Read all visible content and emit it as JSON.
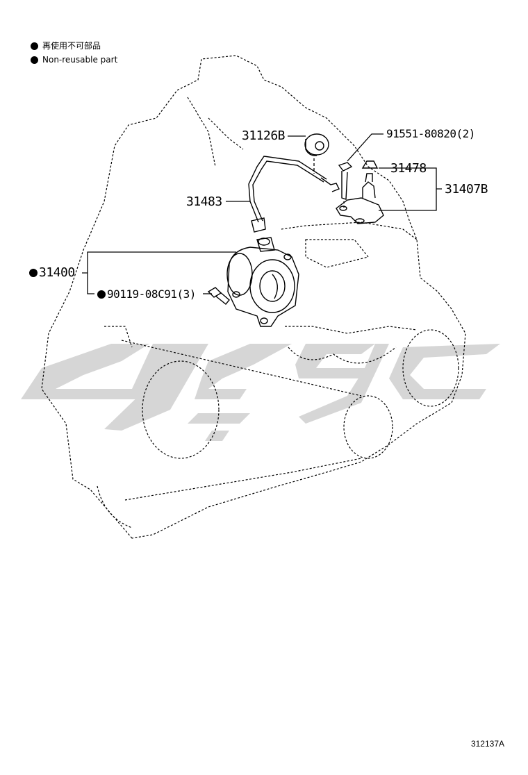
{
  "legend": {
    "items": [
      {
        "text": "再使用不可部品"
      },
      {
        "text": "Non-reusable part"
      }
    ]
  },
  "parts": {
    "p31126B": "31126B",
    "p91551": "91551-80820(2)",
    "p31478": "31478",
    "p31407B": "31407B",
    "p31483": "31483",
    "p31400": "31400",
    "p90119": "90119-08C91(3)"
  },
  "reference_code": "312137A",
  "colors": {
    "line": "#000000",
    "watermark": "#d6d6d6",
    "background": "#ffffff"
  }
}
